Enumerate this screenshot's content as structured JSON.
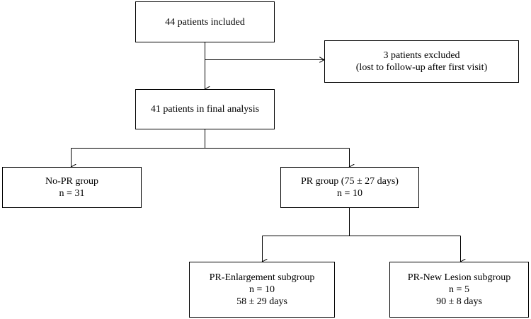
{
  "flowchart": {
    "included": {
      "line1": "44 patients included"
    },
    "excluded": {
      "line1": "3 patients excluded",
      "line2": "(lost to follow-up after first visit)"
    },
    "final_analysis": {
      "line1": "41 patients in final analysis"
    },
    "no_pr_group": {
      "line1": "No-PR group",
      "line2": "n = 31"
    },
    "pr_group": {
      "line1": "PR group (75 ± 27 days)",
      "line2": "n = 10"
    },
    "pr_enlargement": {
      "line1": "PR-Enlargement subgroup",
      "line2": "n = 10",
      "line3": "58 ± 29 days"
    },
    "pr_new_lesion": {
      "line1": "PR-New Lesion subgroup",
      "line2": "n = 5",
      "line3": "90 ± 8 days"
    }
  },
  "colors": {
    "line": "#000000",
    "box_fill": "#ffffff"
  }
}
